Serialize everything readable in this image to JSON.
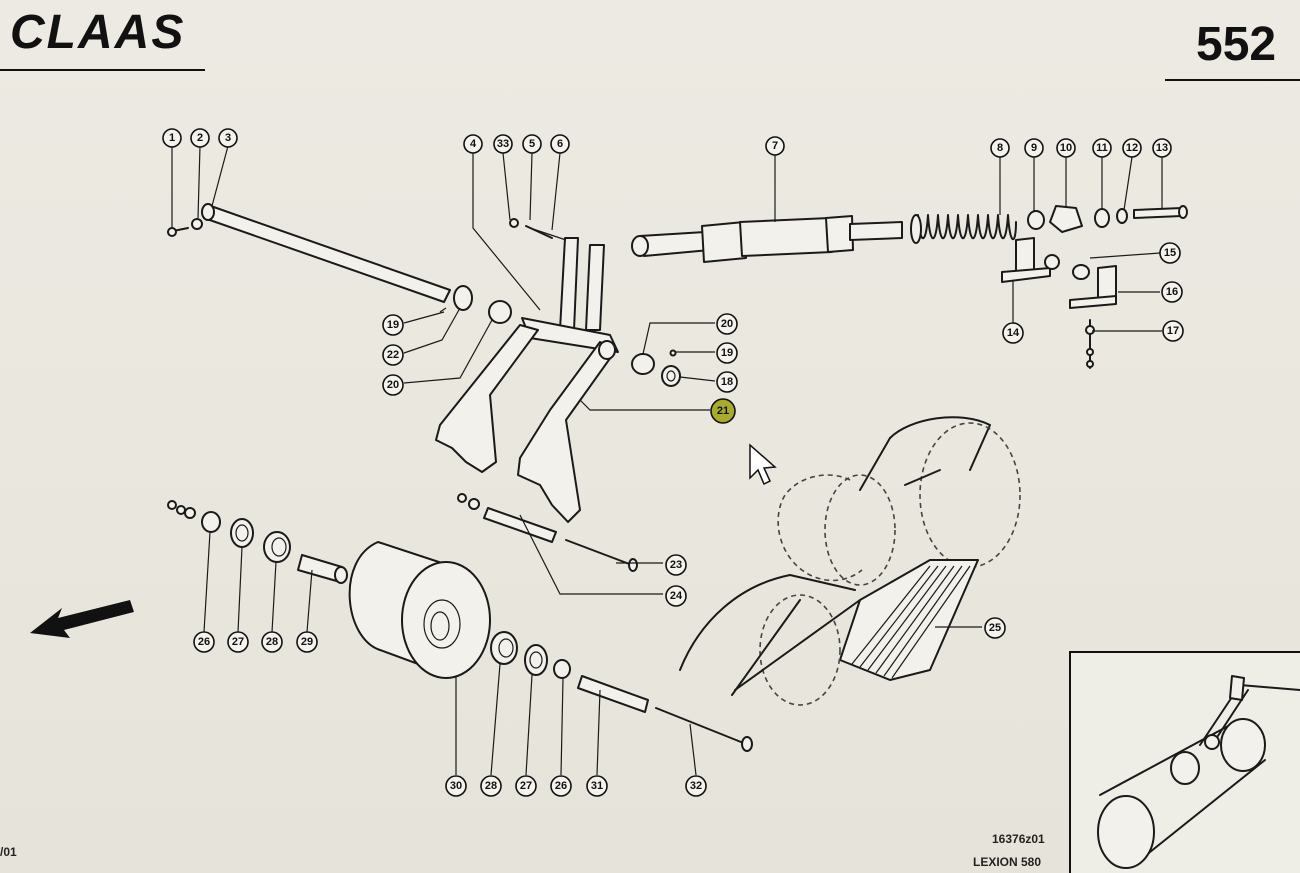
{
  "header": {
    "brand": "CLAAS",
    "page_number": "552"
  },
  "footer": {
    "drawing_number": "16376z01",
    "model": "LEXION 580",
    "left_fragment": "/01"
  },
  "callouts": {
    "c1": "1",
    "c2": "2",
    "c3": "3",
    "c4": "4",
    "c33": "33",
    "c5": "5",
    "c6": "6",
    "c7": "7",
    "c8": "8",
    "c9": "9",
    "c10": "10",
    "c11": "11",
    "c12": "12",
    "c13": "13",
    "c15": "15",
    "c16": "16",
    "c14": "14",
    "c17": "17",
    "c19a": "19",
    "c22": "22",
    "c20a": "20",
    "c20b": "20",
    "c19b": "19",
    "c18": "18",
    "c21": "21",
    "c23": "23",
    "c24": "24",
    "c25": "25",
    "c26a": "26",
    "c27a": "27",
    "c28a": "28",
    "c29": "29",
    "c30": "30",
    "c28b": "28",
    "c27b": "27",
    "c26b": "26",
    "c31": "31",
    "c32": "32"
  },
  "highlight_color": "#a9ab2a"
}
